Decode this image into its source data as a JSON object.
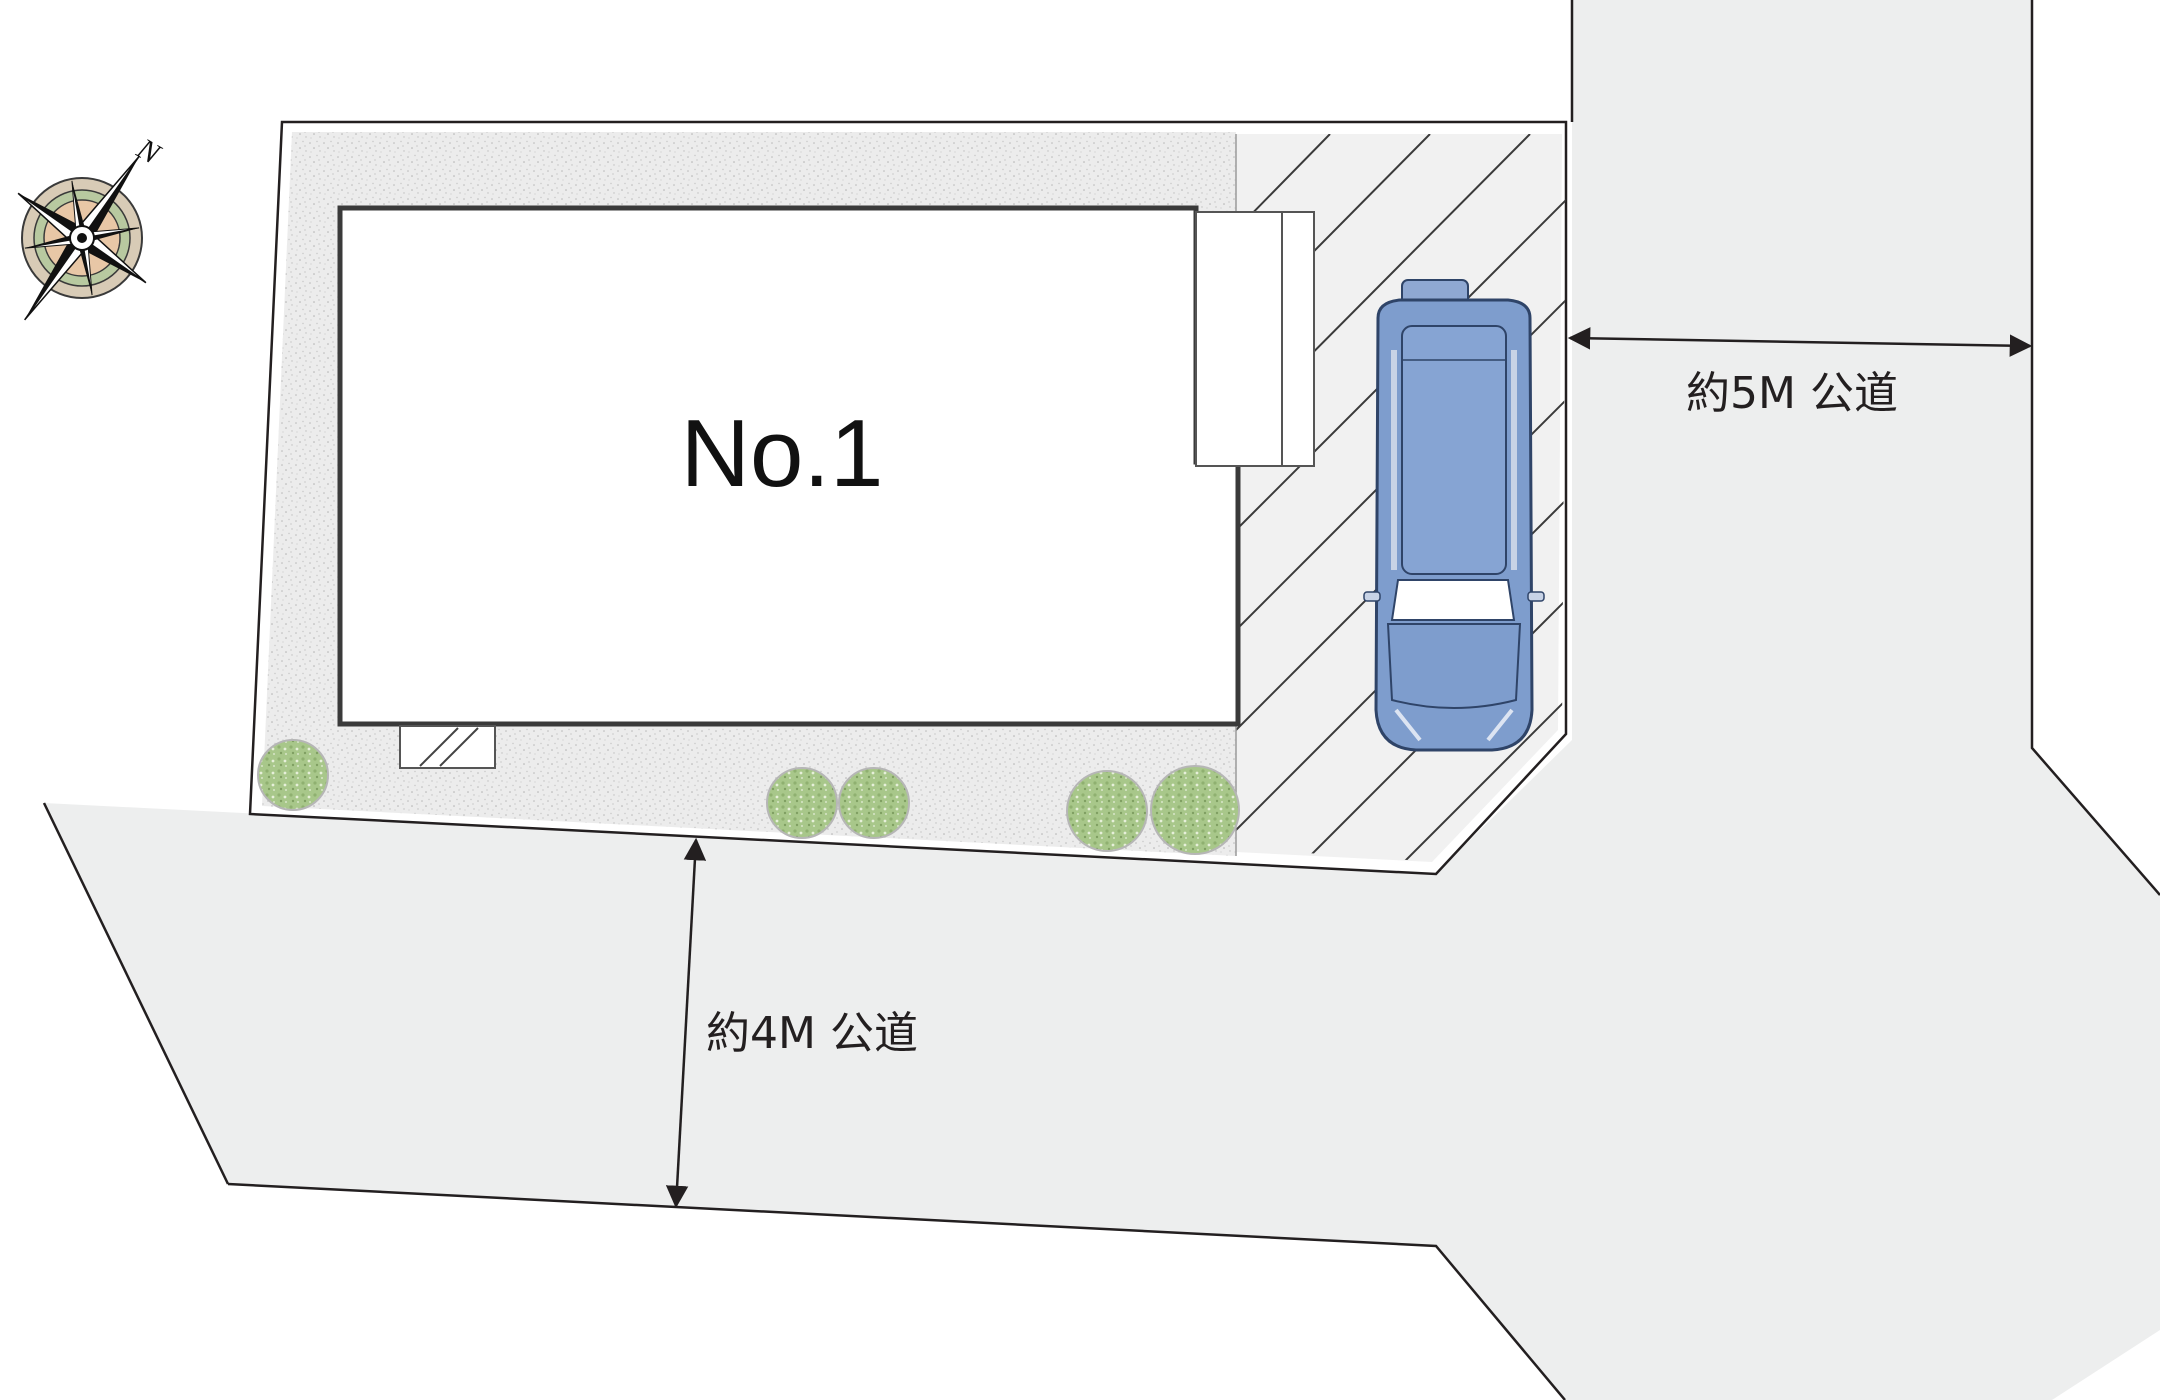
{
  "site_plan": {
    "lot_label": "No.1",
    "compass_label": "N",
    "road_front_label": "約4M 公道",
    "road_side_label": "約5M 公道"
  },
  "colors": {
    "road": "#edeeee",
    "road_edge": "#231f20",
    "garden": "#eaeaea",
    "parking": "#f1f1f1",
    "building_outline": "#3a3a3a",
    "car_body": "#7e9dcd",
    "car_outline": "#2f4468",
    "shrub": "#a9c98a"
  },
  "icons": {
    "compass": "compass-rose-icon",
    "car": "car-icon",
    "shrub": "shrub-icon"
  }
}
